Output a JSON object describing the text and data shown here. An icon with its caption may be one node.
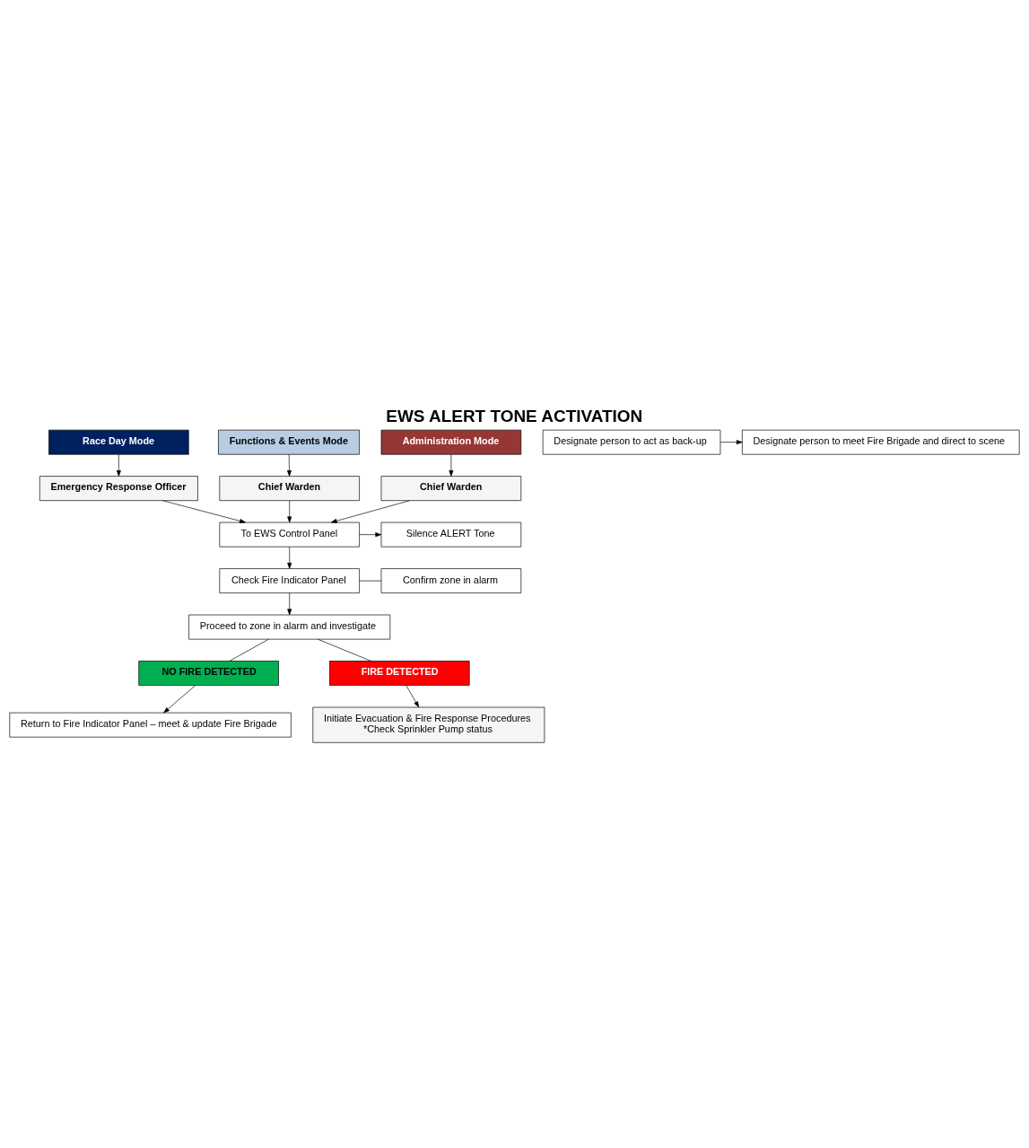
{
  "diagram": {
    "title": "EWS ALERT TONE ACTIVATION",
    "nodes": [
      {
        "text": [
          "Race Day Mode"
        ]
      },
      {
        "text": [
          "Functions & Events Mode"
        ]
      },
      {
        "text": [
          "Administration Mode"
        ]
      },
      {
        "text": [
          "Emergency Response Officer"
        ]
      },
      {
        "text": [
          "Chief Warden"
        ]
      },
      {
        "text": [
          "Chief Warden"
        ]
      },
      {
        "text": [
          "Designate person to act as back-up"
        ]
      },
      {
        "text": [
          "Designate person to meet Fire Brigade and direct to scene"
        ]
      },
      {
        "text": [
          "To EWS Control Panel"
        ]
      },
      {
        "text": [
          "Silence ALERT Tone"
        ]
      },
      {
        "text": [
          "Check Fire Indicator Panel"
        ]
      },
      {
        "text": [
          "Confirm zone in alarm"
        ]
      },
      {
        "text": [
          "Proceed to zone in alarm and investigate"
        ]
      },
      {
        "text": [
          "NO FIRE DETECTED"
        ]
      },
      {
        "text": [
          "FIRE DETECTED"
        ]
      },
      {
        "text": [
          "Return to Fire Indicator Panel – meet & update Fire Brigade"
        ]
      },
      {
        "text": [
          "Initiate Evacuation & Fire Response Procedures",
          "*Check Sprinkler Pump status"
        ]
      }
    ],
    "edges": [
      {
        "from": 0,
        "to": 3,
        "arrow": "to"
      },
      {
        "from": 1,
        "to": 4,
        "arrow": "to"
      },
      {
        "from": 2,
        "to": 5,
        "arrow": "to"
      },
      {
        "from": 3,
        "to": 8,
        "arrow": "to"
      },
      {
        "from": 4,
        "to": 8,
        "arrow": "to"
      },
      {
        "from": 5,
        "to": 8,
        "arrow": "to"
      },
      {
        "from": 6,
        "to": 7,
        "arrow": "to"
      },
      {
        "from": 8,
        "to": 9,
        "arrow": "to"
      },
      {
        "from": 8,
        "to": 10,
        "arrow": "to"
      },
      {
        "from": 10,
        "to": 11,
        "arrow": "none"
      },
      {
        "from": 10,
        "to": 12,
        "arrow": "to"
      },
      {
        "from": 12,
        "to": 13,
        "arrow": "none"
      },
      {
        "from": 12,
        "to": 14,
        "arrow": "none"
      },
      {
        "from": 13,
        "to": 15,
        "arrow": "to"
      },
      {
        "from": 14,
        "to": 16,
        "arrow": "to"
      }
    ]
  }
}
